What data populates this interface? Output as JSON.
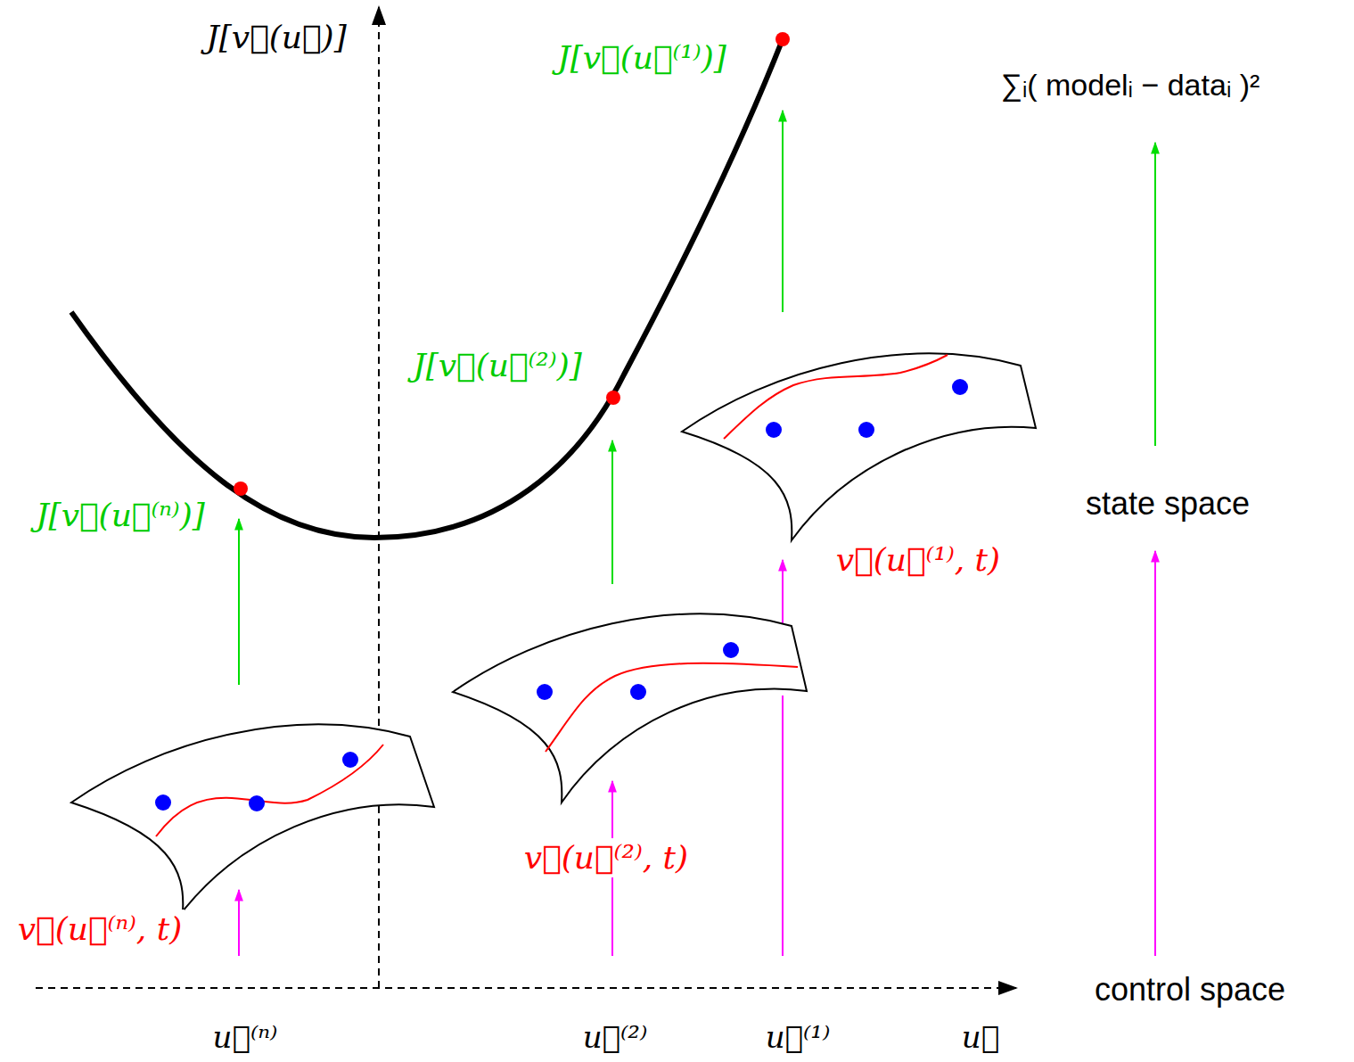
{
  "diagram": {
    "labels": [
      "J[v⃗(u⃗)]",
      "J[v⃗(u⃗⁽¹⁾)]",
      "∑ᵢ( modelᵢ − dataᵢ )²",
      "J[v⃗(u⃗⁽²⁾)]",
      "J[v⃗(u⃗⁽ⁿ⁾)]",
      "state space",
      "v⃗(u⃗⁽¹⁾, t)",
      "v⃗(u⃗⁽²⁾, t)",
      "v⃗(u⃗⁽ⁿ⁾, t)",
      "control space",
      "u⃗⁽ⁿ⁾",
      "u⃗⁽²⁾",
      "u⃗⁽¹⁾",
      "u⃗"
    ]
  }
}
